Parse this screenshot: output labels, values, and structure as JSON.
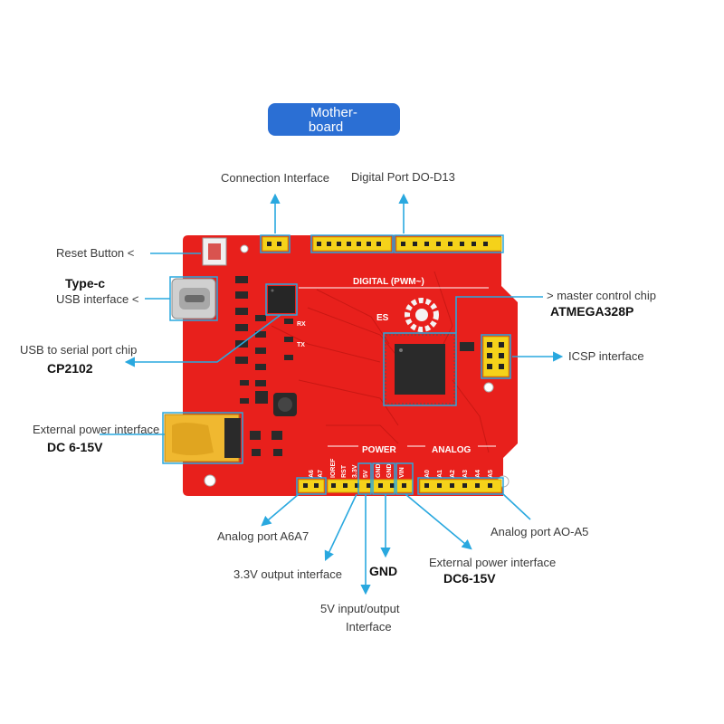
{
  "title": {
    "line1": "Mother-",
    "line2": "board"
  },
  "labels": {
    "connection_interface": "Connection Interface",
    "digital_port": "Digital Port DO-D13",
    "reset_button": "Reset Button <",
    "type_c": "Type-c",
    "usb_interface": "USB interface <",
    "master_chip": "> master control chip",
    "master_chip_model": "ATMEGA328P",
    "usb_serial": "USB to serial port chip",
    "usb_serial_model": "CP2102",
    "icsp": "ICSP interface",
    "ext_power": "External power interface",
    "ext_power_dc": "DC 6-15V",
    "analog_a6a7": "Analog port A6A7",
    "analog_a0a5": "Analog port AO-A5",
    "output_33v": "3.3V output interface",
    "gnd": "GND",
    "ext_power_right": "External power interface",
    "ext_power_right_dc": "DC6-15V",
    "v5_line1": "5V input/output",
    "v5_line2": "Interface"
  },
  "board": {
    "digital_silk": "DIGITAL (PWM~)",
    "power_silk": "POWER",
    "analog_silk": "ANALOG",
    "rx": "RX",
    "tx": "TX",
    "logo_text": "ES",
    "power_pins": [
      "IOREF",
      "RST",
      "3.3V",
      "5V",
      "GND",
      "GND",
      "VIN"
    ],
    "left_pins": [
      "A6",
      "A7"
    ],
    "analog_pins": [
      "A0",
      "A1",
      "A2",
      "A3",
      "A4",
      "A5"
    ]
  },
  "colors": {
    "board": "#e8201c",
    "header": "#f5d21a",
    "arrow": "#29a8df",
    "title_bg": "#2b6fd4",
    "dc_jack": "#f0b830"
  }
}
